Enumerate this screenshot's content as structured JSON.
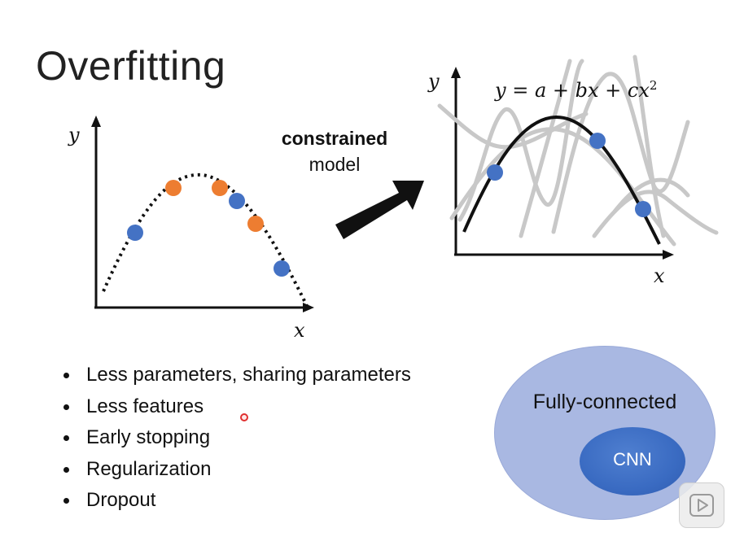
{
  "title": "Overfitting",
  "left_plot": {
    "y_label": "y",
    "x_label": "x",
    "curve_style": "dotted",
    "point_colors": {
      "blue": "#4472c4",
      "orange": "#ed7d31"
    }
  },
  "arrow_text": {
    "line1": "constrained",
    "line2": "model"
  },
  "right_plot": {
    "y_label": "y",
    "x_label": "x",
    "formula": {
      "lhs": "y",
      "eq": "=",
      "rhs_main": "a + bx + cx",
      "exponent": "2"
    }
  },
  "bullets": [
    "Less parameters, sharing parameters",
    "Less features",
    "Early stopping",
    "Regularization",
    "Dropout"
  ],
  "venn": {
    "outer_label": "Fully-connected",
    "inner_label": "CNN",
    "outer_color": "#a9b8e2",
    "inner_color": "#3f6fc4"
  },
  "icons": {
    "play": "play-icon",
    "cursor": "cursor-ring-icon"
  }
}
